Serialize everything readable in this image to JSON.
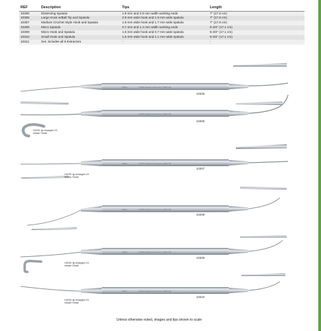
{
  "table": {
    "header": {
      "ref": "REF",
      "description": "Description",
      "tips": "Tips",
      "length": "Length"
    },
    "rows": [
      {
        "ref": "10305",
        "description": "Dissecting Spatula",
        "tips": "1.9 mm and 2.9 mm width working ends",
        "length": "7\" (17.8 cm)"
      },
      {
        "ref": "10306",
        "description": "Large Hook w/Ball Tip and Spatula",
        "tips": "2.8 mm wide hook and 1.9 mm wide spatula",
        "length": "7\" (17.8 cm)"
      },
      {
        "ref": "10307",
        "description": "Medium Crochet Style Hook and Spatula",
        "tips": "1.8 mm wide hook and 1.7 mm wide spatula",
        "length": "7\" (17.8 cm)"
      },
      {
        "ref": "10308",
        "description": "Micro Spatula",
        "tips": "0.7 mm and 1.2 mm width working ends",
        "length": "6-3/4\" (17.1 cm)"
      },
      {
        "ref": "10309",
        "description": "Micro Hook and Spatula",
        "tips": "1.5 mm wide hook and 0.7 mm wide spatula",
        "length": "6-3/4\" (17.1 cm)"
      },
      {
        "ref": "10310",
        "description": "Small Hook and Spatula",
        "tips": "1.5 mm wide hook and 1.1 mm wide spatula",
        "length": "6-3/4\" (17.1 cm)"
      },
      {
        "ref": "10311",
        "description": "Set, Includes all 6 Extractors",
        "tips": "-",
        "length": "-"
      }
    ]
  },
  "instruments": [
    {
      "ref": "10305",
      "engraving": "10305  Stainless Germany 100K  CE"
    },
    {
      "ref": "10306",
      "engraving": "10306  Stainless Germany 100K  CE",
      "tip_note": [
        "HOOK tip enlarged 2X",
        "shown Small"
      ]
    },
    {
      "ref": "10307",
      "engraving": "10307  Stainless Germany 100K  CE",
      "tip_note": [
        "HOOK tip enlarged 2X",
        "shown Small"
      ]
    },
    {
      "ref": "10308",
      "engraving": "10308  Stainless Germany 100K  CE"
    },
    {
      "ref": "10309",
      "engraving": "10309  Stainless Germany 100K  CE",
      "tip_note": [
        "HOOK tip enlarged 2X",
        "shown Small"
      ]
    },
    {
      "ref": "10310",
      "engraving": "10310  Stainless Germany 100K  CE",
      "tip_note": [
        "HOOK tip enlarged 2X",
        "shown Small"
      ]
    }
  ],
  "brand_mark": "Miltex",
  "caption": "Unless otherwise noted, images and tips shown to scale",
  "colors": {
    "accent_bar": "#5aa63c",
    "steel_light": "#eef1f4",
    "steel_mid": "#b8bfc7",
    "steel_dark": "#7c848d"
  }
}
